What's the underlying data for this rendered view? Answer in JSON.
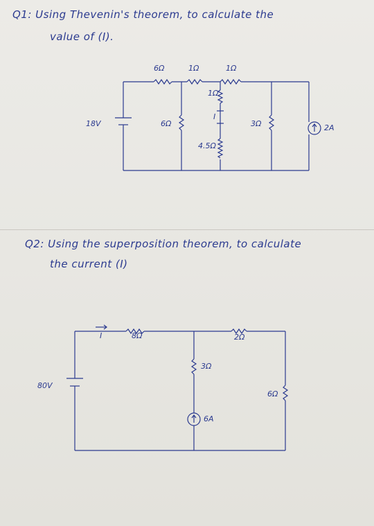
{
  "q1": {
    "title_line1": "Q1: Using Thevenin's theorem, to calculate the",
    "title_line2": "value of (I).",
    "labels": {
      "r_top_left": "6Ω",
      "r_top_mid": "1Ω",
      "r_top_right": "1Ω",
      "r_mid_vertical": "1Ω",
      "r_left_vertical": "6Ω",
      "r_lower_vertical": "4.5Ω",
      "r_right_vertical": "3Ω",
      "current_label": "I",
      "voltage_source": "18V",
      "current_source": "2A"
    }
  },
  "q2": {
    "title_line1": "Q2: Using the superposition theorem, to calculate",
    "title_line2": "the current (I)",
    "labels": {
      "current_label": "I",
      "r_top_left": "8Ω",
      "r_top_right": "2Ω",
      "r_mid_vertical": "3Ω",
      "r_right_vertical": "6Ω",
      "voltage_source": "80V",
      "current_source": "6A"
    }
  }
}
